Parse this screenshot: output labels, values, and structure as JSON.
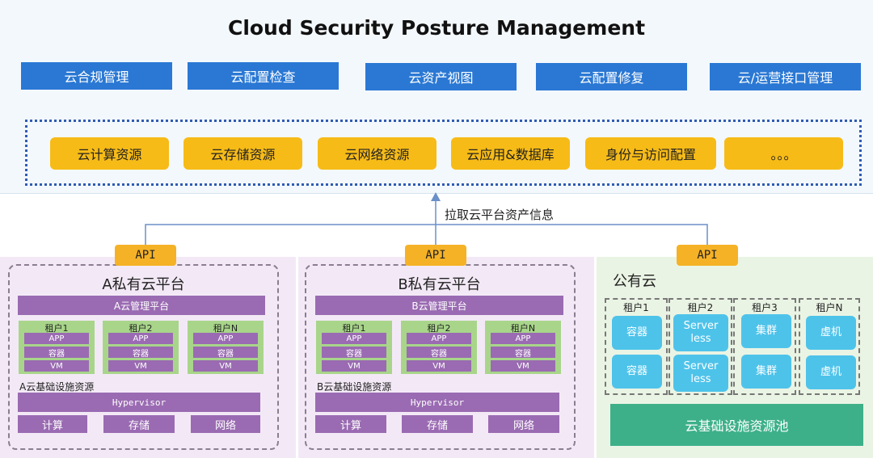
{
  "title": "Cloud Security Posture Management",
  "functions": [
    "云合规管理",
    "云配置检查",
    "云资产视图",
    "云配置修复",
    "云/运营接口管理"
  ],
  "resources": [
    "云计算资源",
    "云存储资源",
    "云网络资源",
    "云应用&数据库",
    "身份与访问配置",
    "。。。"
  ],
  "pull_label": "拉取云平台资产信息",
  "api_label": "API",
  "private_a": {
    "title": "A私有云平台",
    "mgmt": "A云管理平台",
    "tenants": [
      {
        "name": "租户1",
        "items": [
          "APP",
          "容器",
          "VM"
        ]
      },
      {
        "name": "租户2",
        "items": [
          "APP",
          "容器",
          "VM"
        ]
      },
      {
        "name": "租户N",
        "items": [
          "APP",
          "容器",
          "VM"
        ]
      }
    ],
    "infra_label": "A云基础设施资源",
    "hypervisor": "Hypervisor",
    "resources": [
      "计算",
      "存储",
      "网络"
    ]
  },
  "private_b": {
    "title": "B私有云平台",
    "mgmt": "B云管理平台",
    "tenants": [
      {
        "name": "租户1",
        "items": [
          "APP",
          "容器",
          "VM"
        ]
      },
      {
        "name": "租户2",
        "items": [
          "APP",
          "容器",
          "VM"
        ]
      },
      {
        "name": "租户N",
        "items": [
          "APP",
          "容器",
          "VM"
        ]
      }
    ],
    "infra_label": "B云基础设施资源",
    "hypervisor": "Hypervisor",
    "resources": [
      "计算",
      "存储",
      "网络"
    ]
  },
  "public": {
    "title": "公有云",
    "tenants": [
      {
        "name": "租户1",
        "items": [
          "容器",
          "容器"
        ]
      },
      {
        "name": "租户2",
        "items": [
          "Server less",
          "Server less"
        ]
      },
      {
        "name": "租户3",
        "items": [
          "集群",
          "集群"
        ]
      },
      {
        "name": "租户N",
        "items": [
          "虚机",
          "虚机"
        ]
      }
    ],
    "pool": "云基础设施资源池"
  }
}
